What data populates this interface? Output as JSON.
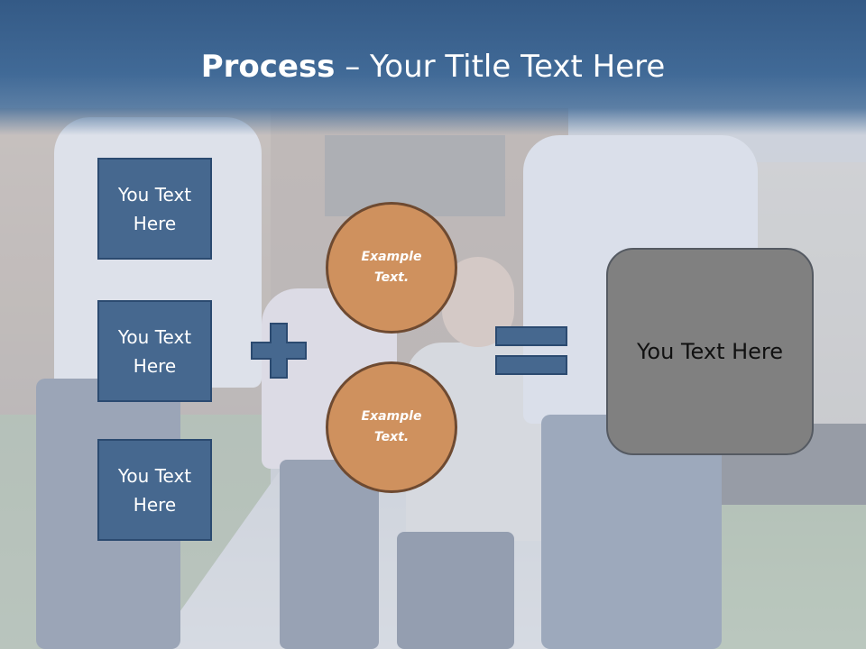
{
  "title": {
    "strong": "Process",
    "rest": " – Your Title Text Here"
  },
  "left_boxes": [
    {
      "text": "You Text Here"
    },
    {
      "text": "You Text Here"
    },
    {
      "text": "You Text Here"
    }
  ],
  "circles": [
    {
      "text": "Example Text."
    },
    {
      "text": "Example Text."
    }
  ],
  "result": {
    "text": "You Text Here"
  },
  "operators": {
    "plus": "plus-icon",
    "equals": "equals-icon"
  },
  "colors": {
    "title_band": "#3f6592",
    "left_box": "#46688f",
    "circle": "#cf915e",
    "result_box": "#808080",
    "operator": "#46688f"
  }
}
